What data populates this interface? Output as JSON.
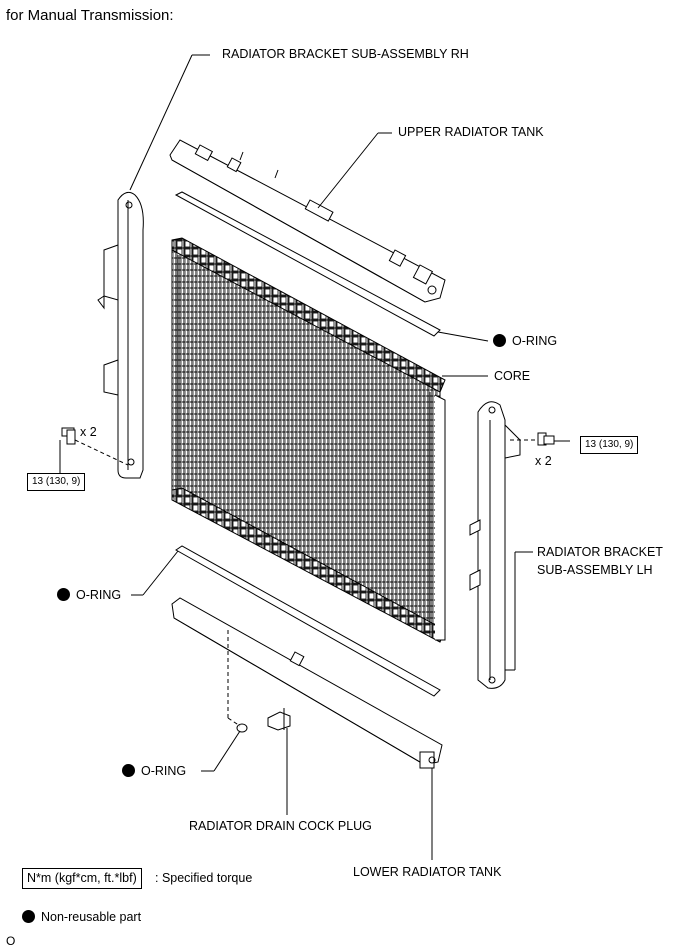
{
  "header": {
    "title": "for Manual Transmission:"
  },
  "labels": {
    "bracket_rh": "RADIATOR BRACKET SUB-ASSEMBLY RH",
    "upper_tank": "UPPER RADIATOR TANK",
    "o_ring_upper": "O-RING",
    "core": "CORE",
    "bracket_lh_line1": "RADIATOR BRACKET",
    "bracket_lh_line2": "SUB-ASSEMBLY LH",
    "o_ring_lower": "O-RING",
    "o_ring_drain": "O-RING",
    "drain_plug": "RADIATOR DRAIN COCK PLUG",
    "lower_tank": "LOWER RADIATOR TANK",
    "qty_left": "x 2",
    "qty_right": "x 2"
  },
  "torque": {
    "left": "13 (130, 9)",
    "right": "13 (130, 9)"
  },
  "legend": {
    "torque_unit": "N*m (kgf*cm, ft.*lbf)",
    "torque_text": ": Specified torque",
    "nonreusable": "Non-reusable part"
  },
  "footer_code": "O"
}
